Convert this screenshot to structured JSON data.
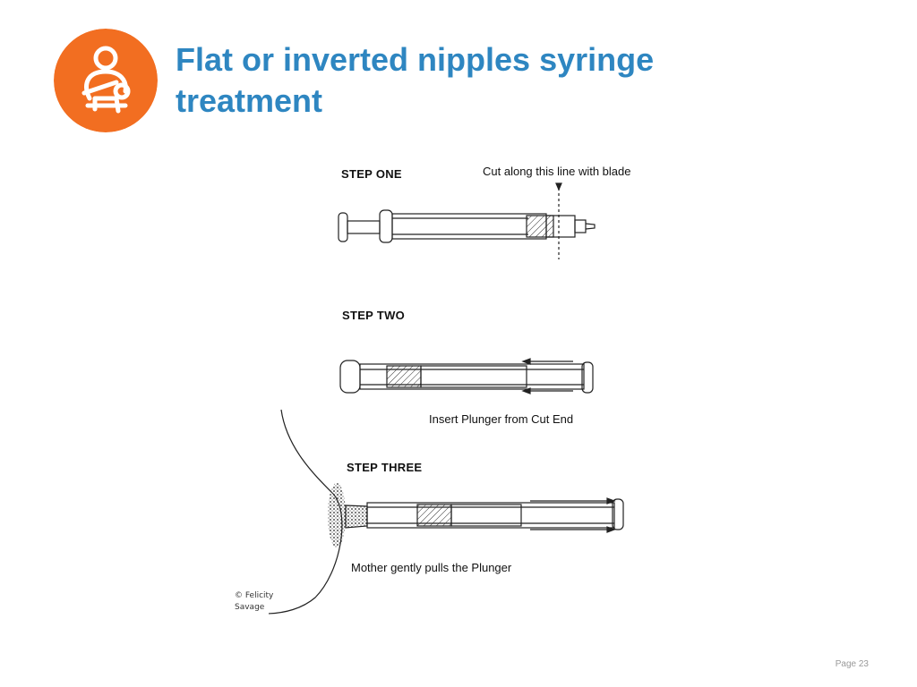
{
  "header": {
    "title_lines": [
      "Flat or inverted nipples syringe",
      "treatment"
    ],
    "logo_icon": "mother-holding-baby-icon",
    "logo_color": "#F26E21",
    "title_color": "#2E86C1"
  },
  "steps": [
    {
      "label": "STEP ONE",
      "caption": "Cut along this line with blade"
    },
    {
      "label": "STEP TWO",
      "caption": "Insert Plunger from Cut End"
    },
    {
      "label": "STEP THREE",
      "caption": "Mother gently pulls the Plunger"
    }
  ],
  "credit": {
    "lines": [
      "© Felicity",
      "Savage"
    ]
  },
  "footer": {
    "page": "Page 23"
  }
}
